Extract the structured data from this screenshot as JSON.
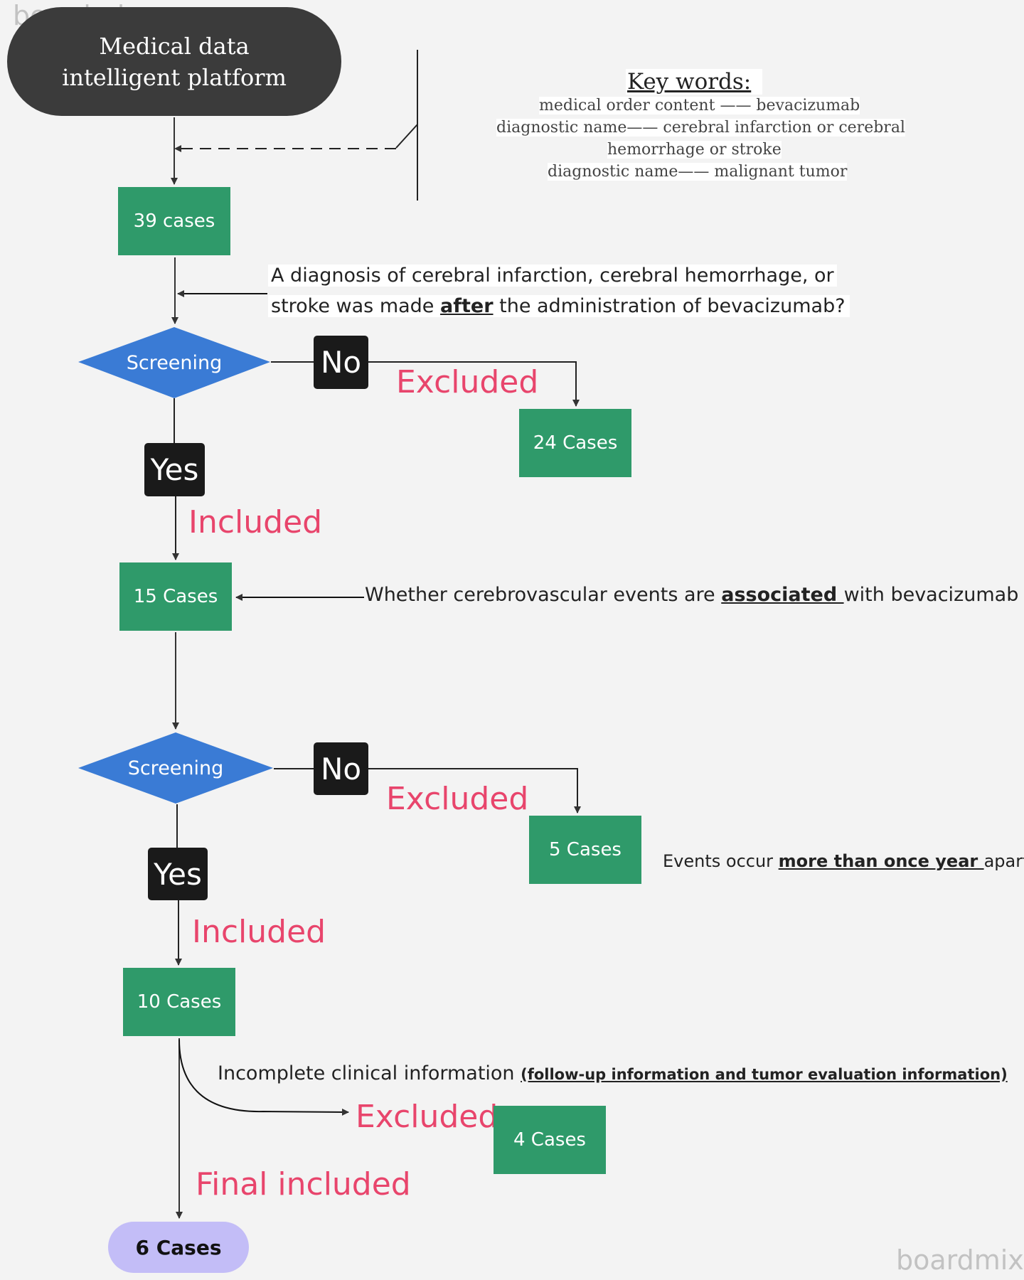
{
  "start_node": {
    "line1": "Medical data",
    "line2": "intelligent platform"
  },
  "keywords": {
    "title": "Key words:",
    "lines": [
      "medical order content —— bevacizumab",
      "diagnostic name—— cerebral infarction or cerebral",
      "hemorrhage or stroke",
      "diagnostic name—— malignant tumor"
    ]
  },
  "boxes": {
    "initial": "39 cases",
    "excluded_1": "24 Cases",
    "included_1": "15 Cases",
    "excluded_2": "5 Cases",
    "included_2": "10 Cases",
    "excluded_3": "4 Cases",
    "final": "6 Cases"
  },
  "question_1": {
    "line1": "A diagnosis of cerebral infarction, cerebral hemorrhage, or",
    "line2_pre": "stroke was made ",
    "line2_em": "after",
    "line2_post": " the administration of bevacizumab?"
  },
  "question_2": {
    "pre": "Whether cerebrovascular events are ",
    "em": "associated ",
    "post": "with bevacizumab use?"
  },
  "screening_label": "Screening",
  "no_label": "No",
  "yes_label": "Yes",
  "excluded_label": "Excluded",
  "included_label": "Included",
  "final_included_label": "Final included",
  "note_events": {
    "pre": "Events occur ",
    "em": "more than once year ",
    "post": "apart"
  },
  "note_incomplete": {
    "main": "Incomplete clinical information ",
    "detail": "(follow-up information and tumor evaluation information) "
  },
  "watermark": "boardmix",
  "colors": {
    "background": "#f3f3f3",
    "start_node": "#3b3b3b",
    "box_green": "#2f9a6a",
    "diamond_blue": "#3a7bd5",
    "tag_black": "#1a1a1a",
    "label_pink": "#e8456c",
    "final_lavender": "#c3bdf7"
  }
}
